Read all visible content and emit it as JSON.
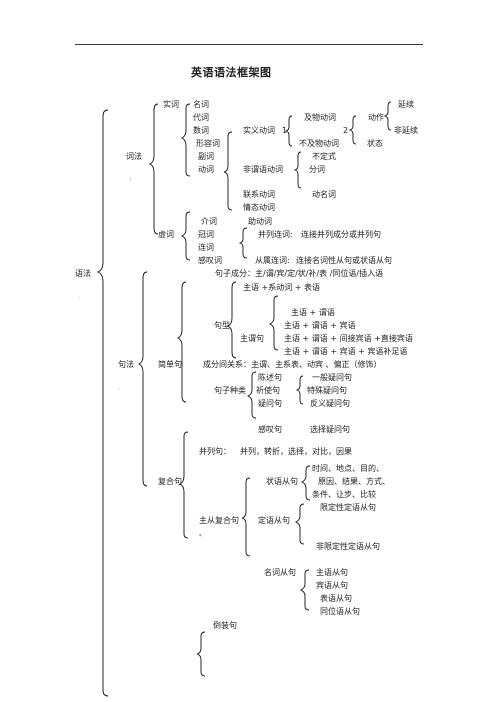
{
  "title": "英语语法框架图",
  "root": "语法",
  "cifa": {
    "label": "词法",
    "shici": {
      "label": "实词",
      "items": [
        "名词",
        "代词",
        "数词",
        "形容词",
        "副词",
        "动词"
      ],
      "shiyi": "实义动词",
      "num1": "1.",
      "jiwu": "及物动词",
      "bujiwu": "不及物动词",
      "num2": "2",
      "dongxing": "动作",
      "yanxu": "延续",
      "feiyanxu": "非延续",
      "zhuangtai": "状态",
      "feiwei": "非谓语动词",
      "budingshi": "不定式",
      "fenci": "分词",
      "dongmingci": "动名词",
      "lianxi": "联系动词",
      "qingtai": "情态动词"
    },
    "xuci": {
      "label": "虚词",
      "items": [
        "介词",
        "冠词",
        "连词",
        "感叹词"
      ],
      "zhudong": "助动词",
      "binglie": "并列连词:",
      "binglie_desc": "连接并列成分或并列句",
      "congshu": "从属连词:",
      "congshu_desc": "连接名词性从句或状语从句"
    }
  },
  "jufa": {
    "label": "句法",
    "chengfen": "句子成分：主/谓/宾/定/状/补/表   /同位语/插入语",
    "jianji": {
      "label": "简单句",
      "xiti": "主语 +系动词 + 表语",
      "juxing": "句型",
      "zhuwei": "主谓句",
      "p1": "主语 + 谓语",
      "p2": "主语 + 谓语 + 宾语",
      "p3": "主语 + 谓语 + 间接宾语 +直接宾语",
      "p4": "主语 + 谓语 + 宾语 +  宾语补足语",
      "chengfen_rel": "成分间关系：主谓、主系表、动宾 、偏正（修饰）",
      "zhonglei": "句子种类",
      "chenshu": "陈述句",
      "yiwen": "疑问句",
      "qishi": "祈使句",
      "ganta": "感叹句",
      "yiban": "一般疑问句",
      "teshu": "特殊疑问句",
      "fanyi": "反义疑问句",
      "xuanze": "选择疑问句"
    },
    "fuhe": {
      "label": "复合句",
      "binglie": "并列句：",
      "binglie_desc": "并列，转折，选择，对比，因果",
      "zhucong": "主从复合句",
      "zhuangyu": "状语从句",
      "zhuangyu_1": "时间、地点、目的、",
      "zhuangyu_2": "原因、结果、方式、",
      "zhuangyu_3": "条件、让步、比较",
      "dingyu": "定语从句",
      "xianding": "限定性定语从句",
      "feixian": "非限定性定语从句",
      "mingci": "名词从句",
      "m1": "主语从句",
      "m2": "宾语从句",
      "m3": "表语从句",
      "m4": "同位语从句"
    },
    "daozhuang": "倒装句"
  }
}
